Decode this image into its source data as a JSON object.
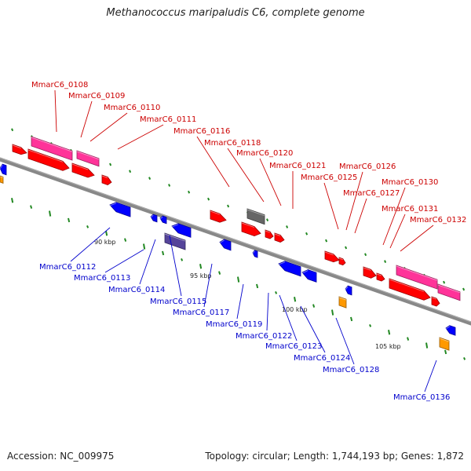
{
  "title": "Methanococcus maripaludis C6, complete genome",
  "footer": {
    "accession": "Accession: NC_009975",
    "topology": "Topology: circular; Length: 1,744,193 bp; Genes: 1,872"
  },
  "colors": {
    "forward_cds": "#ff0000",
    "forward_hypothetical": "#ff3399",
    "reverse_cds": "#0000ff",
    "reverse_hypothetical": "#55449a",
    "rna": "#ff9900",
    "pseudo": "#666666",
    "forward_label": "#cc0000",
    "reverse_label": "#0000cc",
    "backbone": "#888888",
    "gc_ticks": "#228822"
  },
  "scale": [
    "90 kbp",
    "95 kbp",
    "100 kbp",
    "105 kbp"
  ],
  "top_labels": [
    "MmarC6_0108",
    "MmarC6_0109",
    "MmarC6_0110",
    "MmarC6_0111",
    "MmarC6_0116",
    "MmarC6_0118",
    "MmarC6_0120",
    "MmarC6_0121",
    "MmarC6_0125",
    "MmarC6_0126",
    "MmarC6_0127",
    "MmarC6_0130",
    "MmarC6_0131",
    "MmarC6_0132"
  ],
  "bottom_labels": [
    "MmarC6_0112",
    "MmarC6_0113",
    "MmarC6_0114",
    "MmarC6_0115",
    "MmarC6_0117",
    "MmarC6_0119",
    "MmarC6_0122",
    "MmarC6_0123",
    "MmarC6_0124",
    "MmarC6_0128",
    "MmarC6_0136"
  ]
}
